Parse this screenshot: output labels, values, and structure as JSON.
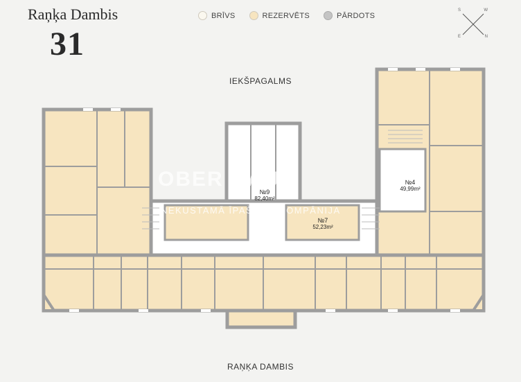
{
  "header": {
    "title": "Raņķa Dambis",
    "number": "31"
  },
  "legend": [
    {
      "label": "BRĪVS",
      "color": "#fbf8ef"
    },
    {
      "label": "REZERVĒTS",
      "color": "#f7e5c0"
    },
    {
      "label": "PĀRDOTS",
      "color": "#c4c4c4"
    }
  ],
  "compass": {
    "n": "N",
    "s": "S",
    "e": "E",
    "w": "W"
  },
  "streets": {
    "top": "IEKŠPAGALMS",
    "bottom": "RAŅĶA DAMBIS"
  },
  "watermark": {
    "brand": "OBER HAUS",
    "tagline": "NEKUSTAMĀ ĪPAŠUMA KOMPĀNIJA"
  },
  "units": [
    {
      "id": "№9",
      "area": "82,40",
      "unit": "m²"
    },
    {
      "id": "№7",
      "area": "52,23",
      "unit": "m²"
    },
    {
      "id": "№4",
      "area": "49,99",
      "unit": "m²"
    }
  ],
  "colors": {
    "wall": "#9d9d9d",
    "reserved": "#f7e5c0",
    "corridor": "#ffffff",
    "background": "#f3f3f1"
  }
}
